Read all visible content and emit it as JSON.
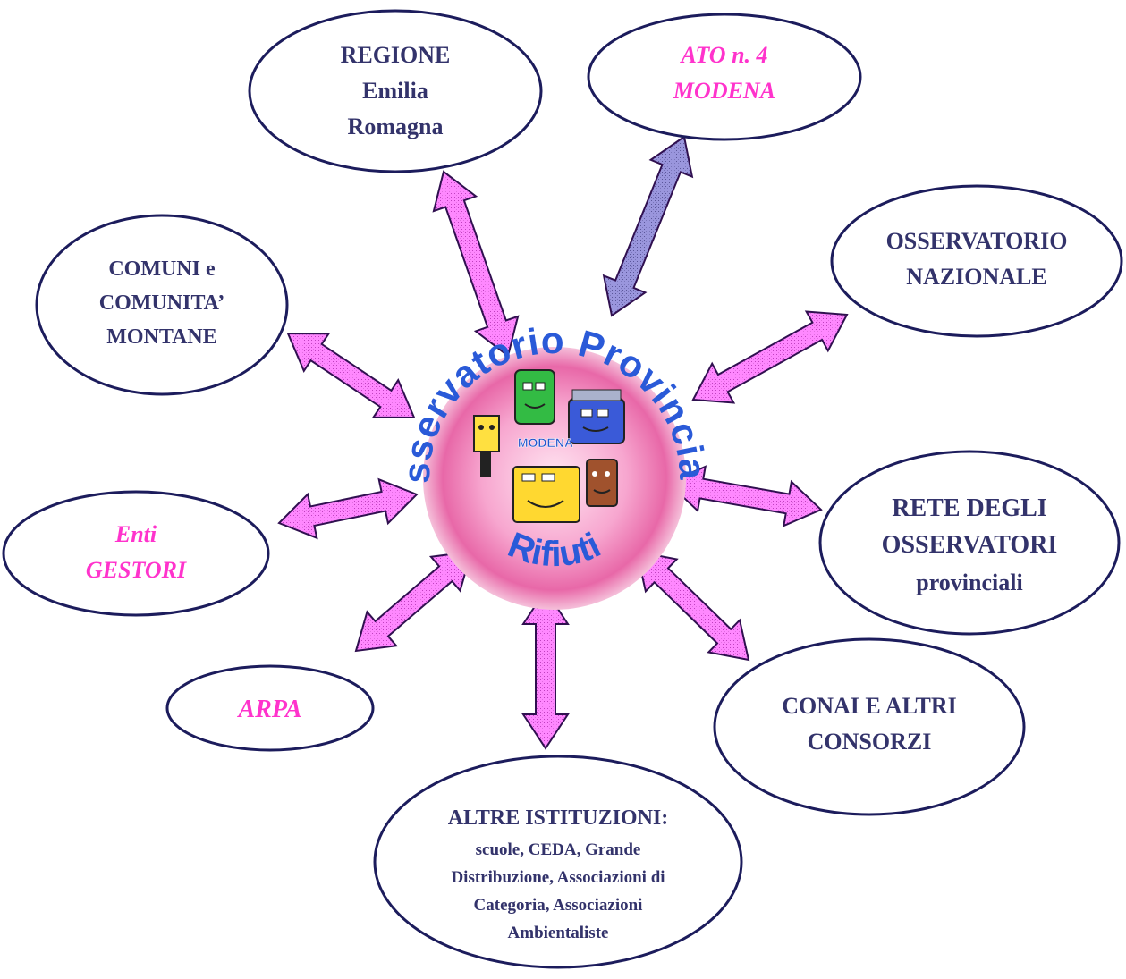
{
  "colors": {
    "node_text": "#33336b",
    "accent_text": "#ff33cc",
    "ellipse_stroke": "#1c1c5c",
    "arrow_fill": "#ff80ff",
    "arrow_alt_fill": "#8a86cc",
    "arrow_stroke": "#301050",
    "logo_text": "#2255cc"
  },
  "center": {
    "logo_title": "Osservatorio Provinciale Rifiuti",
    "logo_city": "MODENA",
    "ring_upper": "Osservatorio Provinciale",
    "ring_lower": "Rifiuti"
  },
  "nodes": {
    "regione": {
      "lines": [
        "REGIONE",
        "Emilia",
        "Romagna"
      ]
    },
    "ato": {
      "lines": [
        "ATO n. 4",
        "MODENA"
      ]
    },
    "osservatorio_nazionale": {
      "lines": [
        "OSSERVATORIO",
        "NAZIONALE"
      ]
    },
    "comuni": {
      "lines": [
        "COMUNI e",
        "COMUNITA’",
        "MONTANE"
      ]
    },
    "rete": {
      "lines": [
        "RETE DEGLI",
        "OSSERVATORI",
        "provinciali"
      ]
    },
    "enti": {
      "lines": [
        "Enti",
        "GESTORI"
      ]
    },
    "arpa": {
      "lines": [
        "ARPA"
      ]
    },
    "conai": {
      "lines": [
        "CONAI E ALTRI",
        "CONSORZI"
      ]
    },
    "altre": {
      "lines": [
        "ALTRE ISTITUZIONI:",
        "scuole, CEDA, Grande",
        "Distribuzione, Associazioni di",
        "Categoria, Associazioni",
        "Ambientaliste"
      ]
    }
  }
}
